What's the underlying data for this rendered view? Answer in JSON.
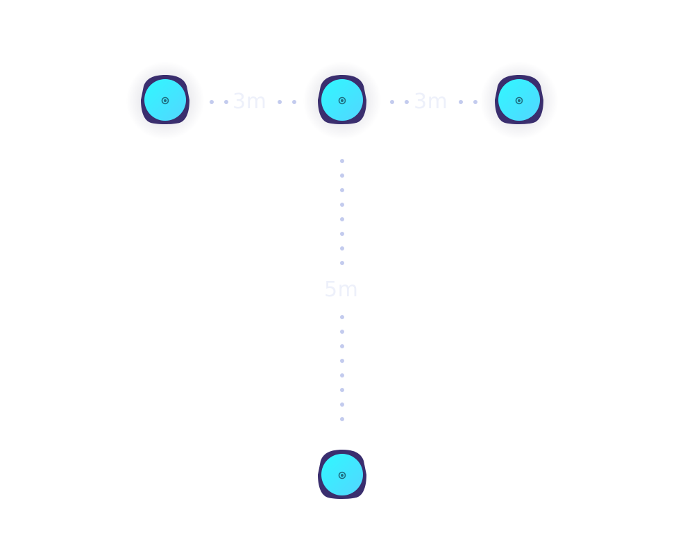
{
  "diagram": {
    "labels": {
      "left_spacing": "3m",
      "right_spacing": "3m",
      "vertical_spacing": "5m"
    },
    "colors": {
      "node_fill": "#38eeff",
      "node_body": "#3a2e6e",
      "node_center": "#1f6d80",
      "connector_dot": "#c3cbee",
      "label_text": "#edf0fa"
    },
    "icons": {
      "node": "speaker-node-icon"
    }
  }
}
